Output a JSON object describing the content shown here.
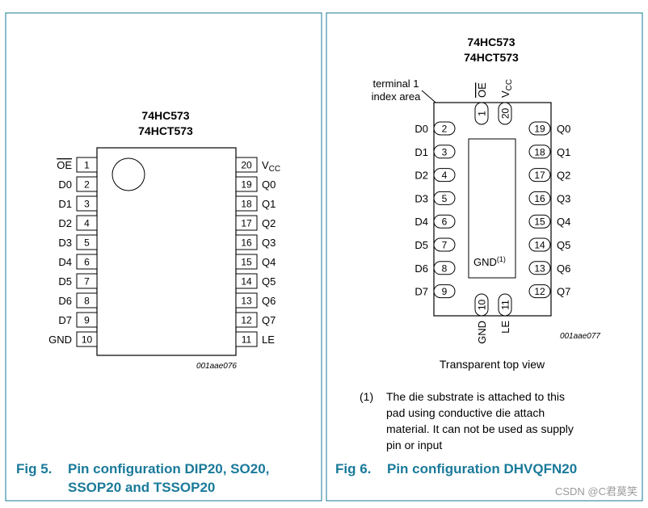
{
  "fig5": {
    "part1": "74HC573",
    "part2": "74HCT573",
    "code": "001aae076",
    "caption_num": "Fig 5.",
    "caption_line1": "Pin configuration DIP20, SO20,",
    "caption_line2": "SSOP20 and TSSOP20",
    "left_pins": [
      {
        "num": "1",
        "label": "OE",
        "overline": true
      },
      {
        "num": "2",
        "label": "D0"
      },
      {
        "num": "3",
        "label": "D1"
      },
      {
        "num": "4",
        "label": "D2"
      },
      {
        "num": "5",
        "label": "D3"
      },
      {
        "num": "6",
        "label": "D4"
      },
      {
        "num": "7",
        "label": "D5"
      },
      {
        "num": "8",
        "label": "D6"
      },
      {
        "num": "9",
        "label": "D7"
      },
      {
        "num": "10",
        "label": "GND"
      }
    ],
    "right_pins": [
      {
        "num": "20",
        "label": "V",
        "sub": "CC"
      },
      {
        "num": "19",
        "label": "Q0"
      },
      {
        "num": "18",
        "label": "Q1"
      },
      {
        "num": "17",
        "label": "Q2"
      },
      {
        "num": "16",
        "label": "Q3"
      },
      {
        "num": "15",
        "label": "Q4"
      },
      {
        "num": "14",
        "label": "Q5"
      },
      {
        "num": "13",
        "label": "Q6"
      },
      {
        "num": "12",
        "label": "Q7"
      },
      {
        "num": "11",
        "label": "LE"
      }
    ]
  },
  "fig6": {
    "part1": "74HC573",
    "part2": "74HCT573",
    "index_line1": "terminal 1",
    "index_line2": "index area",
    "code": "001aae077",
    "view_label": "Transparent top view",
    "gnd_pad_label": "GND",
    "gnd_pad_note": "(1)",
    "top_pins": [
      {
        "num": "1",
        "label": "OE",
        "overline": true
      },
      {
        "num": "20",
        "label": "V",
        "sub": "CC"
      }
    ],
    "bottom_pins": [
      {
        "num": "10",
        "label": "GND"
      },
      {
        "num": "11",
        "label": "LE"
      }
    ],
    "left_pins": [
      {
        "num": "2",
        "label": "D0"
      },
      {
        "num": "3",
        "label": "D1"
      },
      {
        "num": "4",
        "label": "D2"
      },
      {
        "num": "5",
        "label": "D3"
      },
      {
        "num": "6",
        "label": "D4"
      },
      {
        "num": "7",
        "label": "D5"
      },
      {
        "num": "8",
        "label": "D6"
      },
      {
        "num": "9",
        "label": "D7"
      }
    ],
    "right_pins": [
      {
        "num": "19",
        "label": "Q0"
      },
      {
        "num": "18",
        "label": "Q1"
      },
      {
        "num": "17",
        "label": "Q2"
      },
      {
        "num": "16",
        "label": "Q3"
      },
      {
        "num": "15",
        "label": "Q4"
      },
      {
        "num": "14",
        "label": "Q5"
      },
      {
        "num": "13",
        "label": "Q6"
      },
      {
        "num": "12",
        "label": "Q7"
      }
    ],
    "footnote_num": "(1)",
    "footnote_lines": [
      "The die substrate is attached to this",
      "pad using conductive die attach",
      "material. It can not be used as supply",
      "pin or input"
    ],
    "caption_num": "Fig 6.",
    "caption_text": "Pin configuration DHVQFN20"
  },
  "watermark": "CSDN @C君莫笑"
}
